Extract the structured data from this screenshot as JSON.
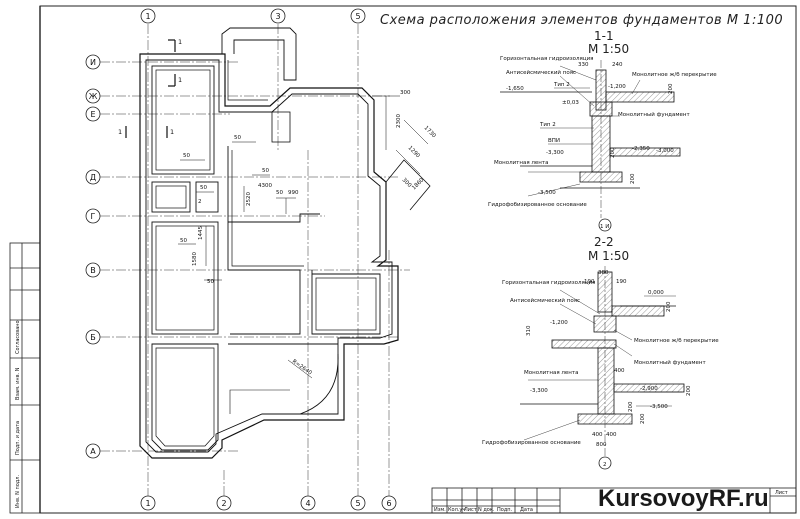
{
  "plan_title": "Схема расположения элементов фундаментов   М 1:100",
  "axes_top": [
    "1",
    "3",
    "5"
  ],
  "axes_bottom": [
    "1",
    "2",
    "4",
    "5",
    "6"
  ],
  "axes_left": [
    "И",
    "Ж",
    "Е",
    "Д",
    "Г",
    "В",
    "Б",
    "А"
  ],
  "plan_cut_marks": [
    "1",
    "1",
    "1",
    "1"
  ],
  "plan_dims": {
    "d50a": "50",
    "d50b": "50",
    "d50c": "50",
    "d50d": "50",
    "d50e": "50",
    "d2": "2",
    "d4300": "4300",
    "d990": "990",
    "d50f": "50",
    "d2520": "2520",
    "d1445": "1445",
    "d50g": "50",
    "d1580": "1580",
    "d50h": "50",
    "d300": "300",
    "d2300": "2300",
    "d1730": "1730",
    "d1290": "1290",
    "d300b": "300",
    "d1860": "1860",
    "radius": "R=2640"
  },
  "section_1": {
    "title": "1-1",
    "scale": "М 1:50",
    "axis_marker": "1 И",
    "dims_top": [
      "330",
      "240"
    ],
    "labels": {
      "hydro": "Горизонтальная гидроизоляция",
      "antiseismic": "Антисейсмический пояс",
      "monolith_floor": "Монолитное ж/б перекрытие",
      "type2a": "Тип 2",
      "type2b": "Тип 2",
      "monolith_foundation": "Монолитный фундамент",
      "vpi": "ВПИ",
      "monolith_strip": "Монолитная лента",
      "hydro_base": "Гидрофобизированное основание"
    },
    "levels": [
      "-1,200",
      "-1,650",
      "±0,03",
      "-3,000",
      "-2,350",
      "-3,300",
      "-3,500"
    ],
    "side_dims": [
      "200",
      "200",
      "200"
    ]
  },
  "section_2": {
    "title": "2-2",
    "scale": "М 1:50",
    "axis_marker": "2",
    "dims_top": [
      "380",
      "190",
      "190"
    ],
    "labels": {
      "hydro": "Горизонтальная гидроизоляция",
      "antiseismic": "Антисейсмический пояс",
      "monolith_floor": "Монолитное ж/б перекрытие",
      "monolith_foundation": "Монолитный фундамент",
      "monolith_strip": "Монолитная лента",
      "hydro_base": "Гидрофобизированное основание"
    },
    "levels": [
      "0,000",
      "-1,200",
      "-2,900",
      "-3,300",
      "-3,500"
    ],
    "dims": [
      "200",
      "310",
      "400",
      "400",
      "400",
      "800",
      "200",
      "200",
      "200"
    ]
  },
  "stamp_side": [
    "Инв. N подл.",
    "Подп. и дата",
    "Взам. инв. N",
    "Согласовано"
  ],
  "stamp_bottom": [
    "Изм.",
    "Кол.уч",
    "Лист",
    "N док.",
    "Подп.",
    "Дата"
  ],
  "sheet_label": "Лист",
  "watermark": "KursovoyRF.ru"
}
